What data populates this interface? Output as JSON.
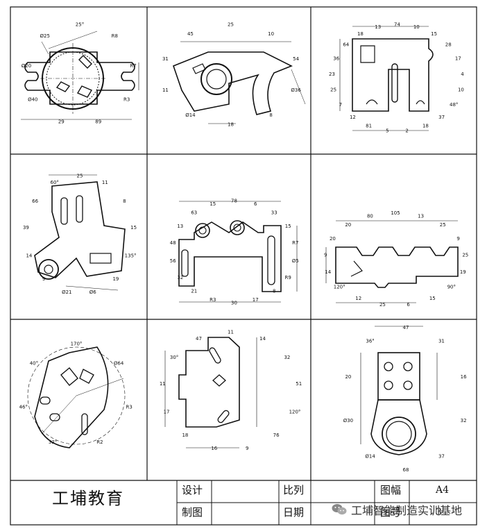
{
  "title_block": {
    "company": "工埔教育",
    "design_label": "设计",
    "drafting_label": "制图",
    "scale_label": "比列",
    "date_label": "日期",
    "format_label": "图幅",
    "format_value": "A4",
    "sheet_label": "图号",
    "sheet_value": "3"
  },
  "watermark": {
    "text": "工埔智能制造实训基地",
    "icon": "wechat-icon"
  },
  "panels": [
    {
      "id": "p1",
      "dims": [
        "25°",
        "R8",
        "R7",
        "R3",
        "89",
        "29",
        "Ø40",
        "Ø20",
        "Ø25"
      ]
    },
    {
      "id": "p2",
      "dims": [
        "25",
        "10",
        "54",
        "Ø36",
        "8",
        "18",
        "Ø14",
        "11",
        "31",
        "45"
      ]
    },
    {
      "id": "p3",
      "dims": [
        "74",
        "10",
        "15",
        "28",
        "17",
        "4",
        "10",
        "48°",
        "37",
        "18",
        "2",
        "5",
        "81",
        "12",
        "7",
        "25",
        "23",
        "36",
        "64",
        "18",
        "13"
      ]
    },
    {
      "id": "p4",
      "dims": [
        "25",
        "11",
        "8",
        "15",
        "135°",
        "19",
        "Ø6",
        "Ø21",
        "9",
        "14",
        "39",
        "66",
        "60°"
      ]
    },
    {
      "id": "p5",
      "dims": [
        "78",
        "6",
        "33",
        "15",
        "R7",
        "Ø5",
        "R9",
        "8",
        "17",
        "30",
        "R3",
        "21",
        "32",
        "56",
        "48",
        "13",
        "63",
        "15"
      ]
    },
    {
      "id": "p6",
      "dims": [
        "105",
        "13",
        "25",
        "9",
        "25",
        "19",
        "90°",
        "15",
        "6",
        "25",
        "12",
        "120°",
        "14",
        "9",
        "20",
        "20",
        "80"
      ]
    },
    {
      "id": "p7",
      "dims": [
        "170°",
        "Ø64",
        "R3",
        "R2",
        "32°",
        "46°",
        "40°"
      ]
    },
    {
      "id": "p8",
      "dims": [
        "11",
        "14",
        "32",
        "51",
        "120°",
        "76",
        "9",
        "16",
        "18",
        "17",
        "11",
        "30°",
        "47"
      ]
    },
    {
      "id": "p9",
      "dims": [
        "47",
        "31",
        "16",
        "32",
        "37",
        "68",
        "Ø14",
        "Ø30",
        "20",
        "36°"
      ]
    }
  ]
}
